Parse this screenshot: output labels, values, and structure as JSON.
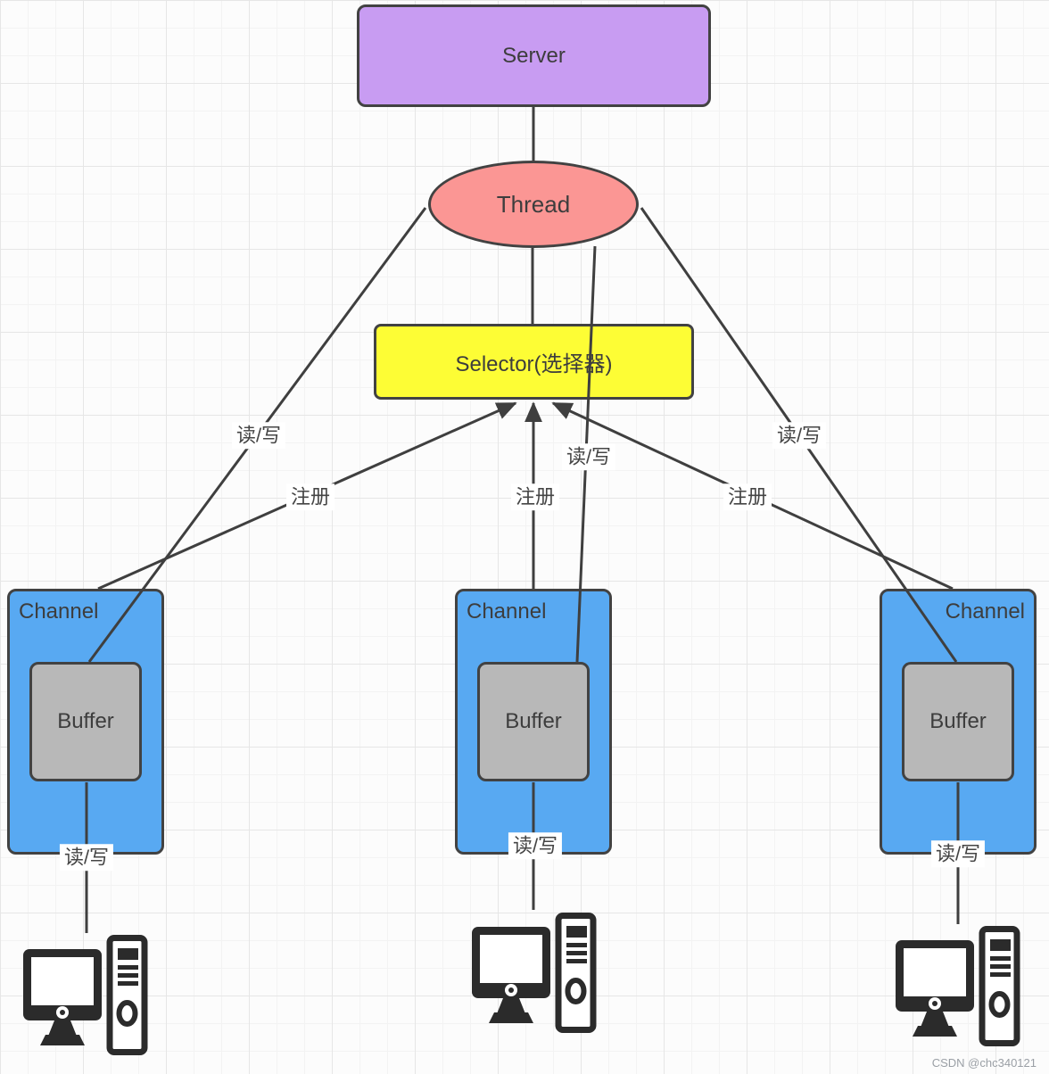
{
  "diagram": {
    "nodes": {
      "server": {
        "label": "Server",
        "fill": "#c89cf2"
      },
      "thread": {
        "label": "Thread",
        "fill": "#fb9694"
      },
      "selector": {
        "label": "Selector(选择器)",
        "fill": "#fdfd35"
      },
      "channels": [
        {
          "label": "Channel",
          "buffer": "Buffer"
        },
        {
          "label": "Channel",
          "buffer": "Buffer"
        },
        {
          "label": "Channel",
          "buffer": "Buffer"
        }
      ]
    },
    "edge_labels": {
      "read_write": "读/写",
      "register": "注册"
    },
    "colors": {
      "channel_fill": "#58a9f2",
      "buffer_fill": "#b8b8b8",
      "line": "#3f3f3f",
      "border": "#424242",
      "icon": "#2b2b2b"
    },
    "watermark": "CSDN @chc340121"
  }
}
